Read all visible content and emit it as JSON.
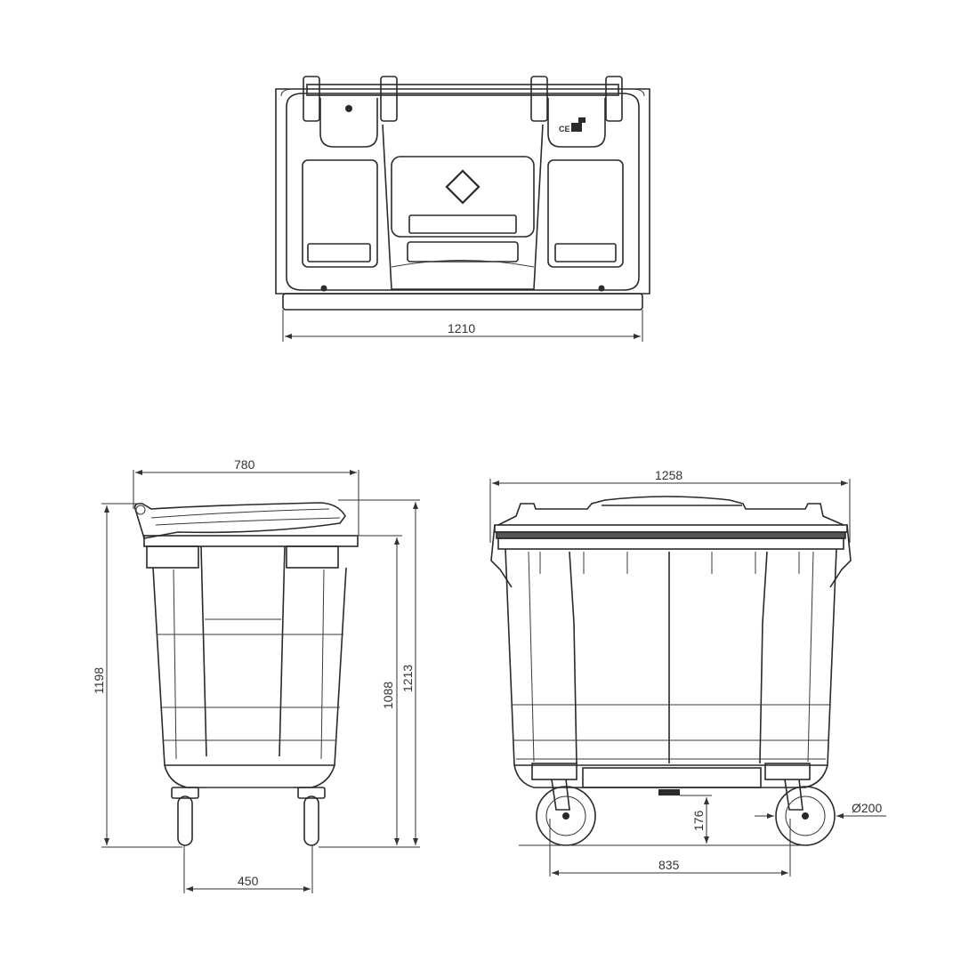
{
  "drawing": {
    "subject": "Wheeled waste container, technical dimension drawing",
    "units": "mm",
    "views": {
      "top": {
        "label": "top-view",
        "dimensions": {
          "width": "1210"
        },
        "markings": [
          "diamond-symbol",
          "ce-mark",
          "label-plates"
        ]
      },
      "side": {
        "label": "side-view",
        "dimensions": {
          "depth": "780",
          "height_lid_open_edge": "1198",
          "height_rim": "1088",
          "height_total": "1213",
          "wheel_spacing": "450"
        }
      },
      "front": {
        "label": "front-view",
        "dimensions": {
          "width": "1258",
          "ground_clearance": "176",
          "wheel_base": "835",
          "wheel_diameter": "Ø200"
        }
      }
    },
    "colors": {
      "line": "#2a2a2a",
      "background": "#ffffff"
    }
  }
}
